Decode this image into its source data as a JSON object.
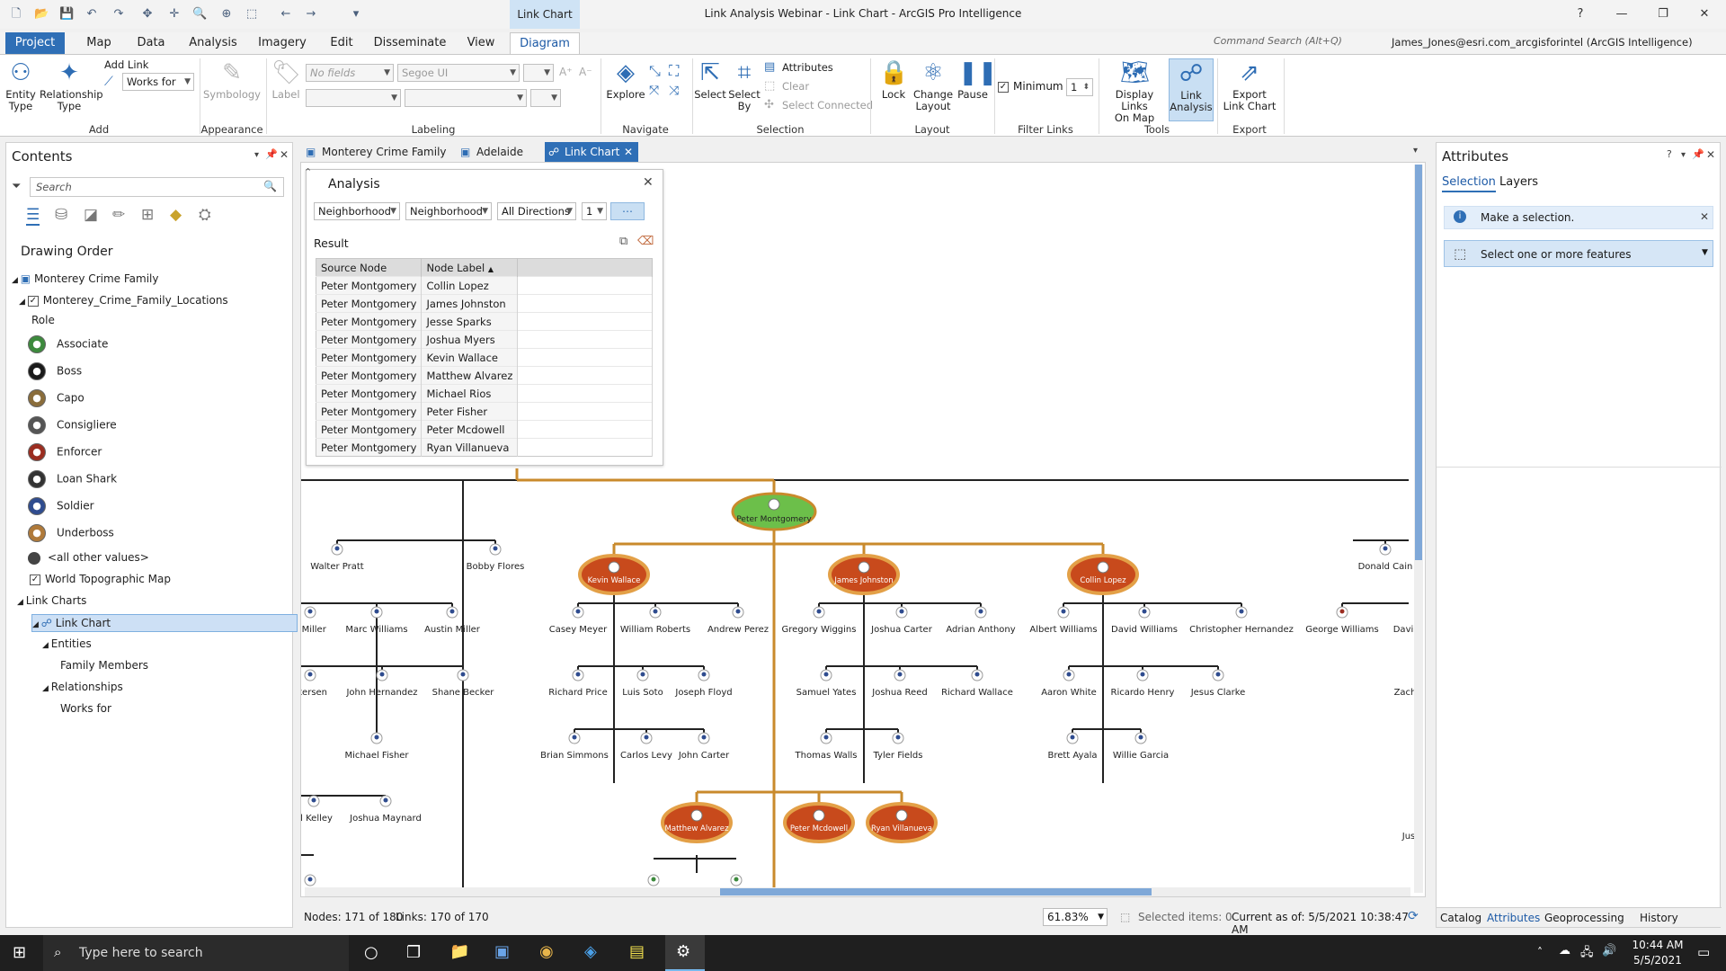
{
  "window": {
    "title": "Link Analysis Webinar - Link Chart - ArcGIS Pro Intelligence",
    "contextual_tab_group": "Link Chart",
    "help": "?",
    "command_search_placeholder": "Command Search (Alt+Q)",
    "user": "James_Jones@esri.com_arcgisforintel (ArcGIS Intelligence)"
  },
  "ribbon_tabs": [
    "Project",
    "Map",
    "Data",
    "Analysis",
    "Imagery",
    "Edit",
    "Disseminate",
    "View",
    "Diagram"
  ],
  "ribbon": {
    "add": {
      "label": "Add",
      "entity_type": "Entity\nType",
      "relationship_type": "Relationship\nType",
      "add_link": "Add Link",
      "link_type_value": "Works for"
    },
    "appearance": {
      "label": "Appearance",
      "symbology": "Symbology"
    },
    "labeling": {
      "label": "Labeling",
      "label_btn": "Label",
      "field_value": "No fields",
      "font_value": "Segoe UI"
    },
    "navigate": {
      "label": "Navigate",
      "explore": "Explore"
    },
    "selection": {
      "label": "Selection",
      "select": "Select",
      "select_by": "Select\nBy",
      "attributes": "Attributes",
      "clear": "Clear",
      "select_connected": "Select Connected"
    },
    "layout": {
      "label": "Layout",
      "lock": "Lock",
      "change_layout": "Change\nLayout",
      "pause": "Pause"
    },
    "filter_links": {
      "label": "Filter Links",
      "minimum": "Minimum",
      "minimum_value": "1"
    },
    "tools": {
      "label": "Tools",
      "display_links": "Display Links\nOn Map",
      "link_analysis": "Link\nAnalysis"
    },
    "export": {
      "label": "Export",
      "export_link_chart": "Export\nLink Chart"
    }
  },
  "contents": {
    "title": "Contents",
    "search_placeholder": "Search",
    "drawing_order": "Drawing Order",
    "map_name": "Monterey Crime Family",
    "layer_name": "Monterey_Crime_Family_Locations",
    "role_label": "Role",
    "roles": [
      {
        "name": "Associate",
        "color": "#3d8a3d",
        "icon": "person-icon"
      },
      {
        "name": "Boss",
        "color": "#1a1a1a",
        "icon": "person-icon"
      },
      {
        "name": "Capo",
        "color": "#8a6d3b",
        "icon": "person-icon"
      },
      {
        "name": "Consigliere",
        "color": "#555555",
        "icon": "person-icon"
      },
      {
        "name": "Enforcer",
        "color": "#9b2d20",
        "icon": "person-icon"
      },
      {
        "name": "Loan Shark",
        "color": "#333333",
        "icon": "person-icon"
      },
      {
        "name": "Soldier",
        "color": "#2f4c8f",
        "icon": "person-icon"
      },
      {
        "name": "Underboss",
        "color": "#b07a3a",
        "icon": "person-icon"
      }
    ],
    "other_values": "<all other values>",
    "basemap": "World Topographic Map",
    "link_charts_group": "Link Charts",
    "link_chart": "Link Chart",
    "entities": "Entities",
    "family_members": "Family Members",
    "relationships": "Relationships",
    "works_for": "Works for"
  },
  "view_tabs": [
    "Monterey Crime Family",
    "Adelaide",
    "Link Chart"
  ],
  "analysis": {
    "title": "Analysis",
    "dropdowns": [
      "Neighborhood",
      "Neighborhood",
      "All Directions",
      "1"
    ],
    "result_label": "Result",
    "columns": [
      "Source Node",
      "Node Label"
    ],
    "rows": [
      [
        "Peter Montgomery",
        "Collin Lopez"
      ],
      [
        "Peter Montgomery",
        "James Johnston"
      ],
      [
        "Peter Montgomery",
        "Jesse Sparks"
      ],
      [
        "Peter Montgomery",
        "Joshua Myers"
      ],
      [
        "Peter Montgomery",
        "Kevin Wallace"
      ],
      [
        "Peter Montgomery",
        "Matthew Alvarez"
      ],
      [
        "Peter Montgomery",
        "Michael Rios"
      ],
      [
        "Peter Montgomery",
        "Peter Fisher"
      ],
      [
        "Peter Montgomery",
        "Peter Mcdowell"
      ],
      [
        "Peter Montgomery",
        "Ryan Villanueva"
      ]
    ]
  },
  "chart": {
    "root": "Peter Montgomery",
    "hubs": [
      "Kevin Wallace",
      "James Johnston",
      "Collin Lopez",
      "Matthew Alvarez",
      "Peter Mcdowell",
      "Ryan Villanueva"
    ],
    "left_labels": [
      "Walter Pratt",
      "Bobby Flores",
      "s Miller",
      "Marc Williams",
      "Austin Miller",
      "etersen",
      "John Hernandez",
      "Shane Becker",
      "Michael Fisher",
      "al Kelley",
      "Joshua Maynard"
    ],
    "kevin_children": [
      "Casey Meyer",
      "William Roberts",
      "Andrew Perez",
      "Richard Price",
      "Luis Soto",
      "Joseph Floyd",
      "Brian Simmons",
      "Carlos Levy",
      "John Carter"
    ],
    "james_children": [
      "Gregory Wiggins",
      "Joshua Carter",
      "Adrian Anthony",
      "Samuel Yates",
      "Joshua Reed",
      "Richard Wallace",
      "Thomas Walls",
      "Tyler Fields"
    ],
    "collin_children": [
      "Albert Williams",
      "David Williams",
      "Christopher Hernandez",
      "Aaron White",
      "Ricardo Henry",
      "Jesus Clarke",
      "Brett Ayala",
      "Willie Garcia"
    ],
    "right_labels": [
      "Donald Cain",
      "George Williams",
      "Davi",
      "Zach",
      "Jus"
    ]
  },
  "status": {
    "nodes": "Nodes: 171 of 180",
    "links": "Links: 170 of 170",
    "zoom": "61.83%",
    "selected": "Selected items: 0",
    "current": "Current as of: 5/5/2021 10:38:47 AM"
  },
  "attributes": {
    "title": "Attributes",
    "tabs": [
      "Selection",
      "Layers"
    ],
    "message": "Make a selection.",
    "select_prompt": "Select one or more features",
    "bottom_tabs": [
      "Catalog",
      "Attributes",
      "Geoprocessing",
      "History"
    ]
  },
  "taskbar": {
    "search": "Type here to search",
    "time": "10:44 AM",
    "date": "5/5/2021"
  }
}
